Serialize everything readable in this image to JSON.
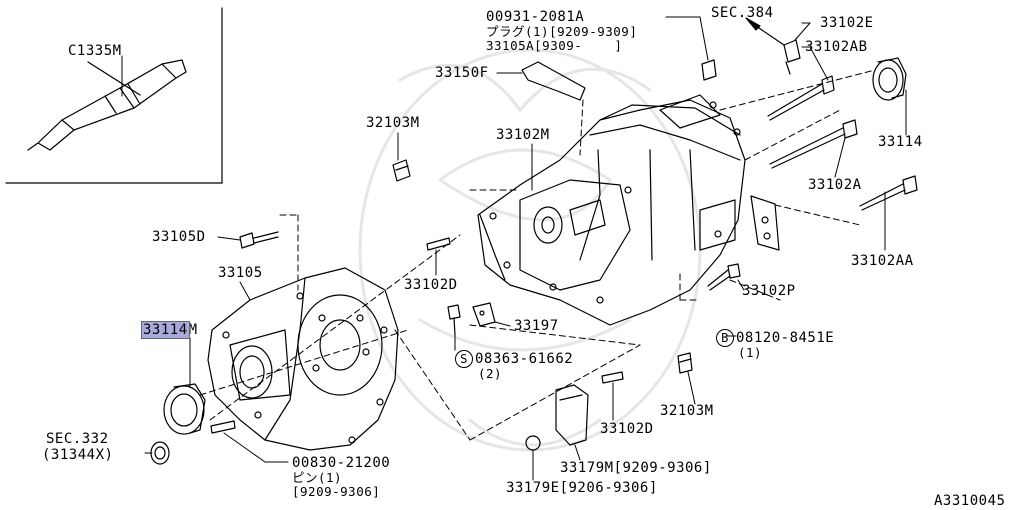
{
  "diagram": {
    "labels": {
      "c1335m": "C1335M",
      "p00931": "00931-2081A",
      "p00931_plug": "プラグ(1)[9209-9309]",
      "p33105a": "33105A[9309-    ]",
      "sec384": "SEC.384",
      "p33102e": "33102E",
      "p33102ab": "33102AB",
      "p33150f": "33150F",
      "p33114r": "33114",
      "p32103m_a": "32103M",
      "p33102m": "33102M",
      "p33102a": "33102A",
      "p33105d": "33105D",
      "p33102aa": "33102AA",
      "p33105": "33105",
      "p33102d_a": "33102D",
      "p33102p": "33102P",
      "p33114m": "33114",
      "p33114m_suffix": "M",
      "p33197": "33197",
      "b_sym": "B",
      "p08120": "08120-8451E",
      "p08120_qty": "(1)",
      "s_sym": "S",
      "p08363": "08363-61662",
      "p08363_qty": "(2)",
      "p32103m_b": "32103M",
      "sec332": "SEC.332",
      "sec332_ref": "(31344X)",
      "p33102d_b": "33102D",
      "p33179m": "33179M[9209-9306]",
      "p00830": "00830-21200",
      "p00830_pin": "ピン(1)",
      "p00830_date": "[9209-9306]",
      "p33179e": "33179E[9206-9306]",
      "figure_code": "A3310045"
    }
  }
}
